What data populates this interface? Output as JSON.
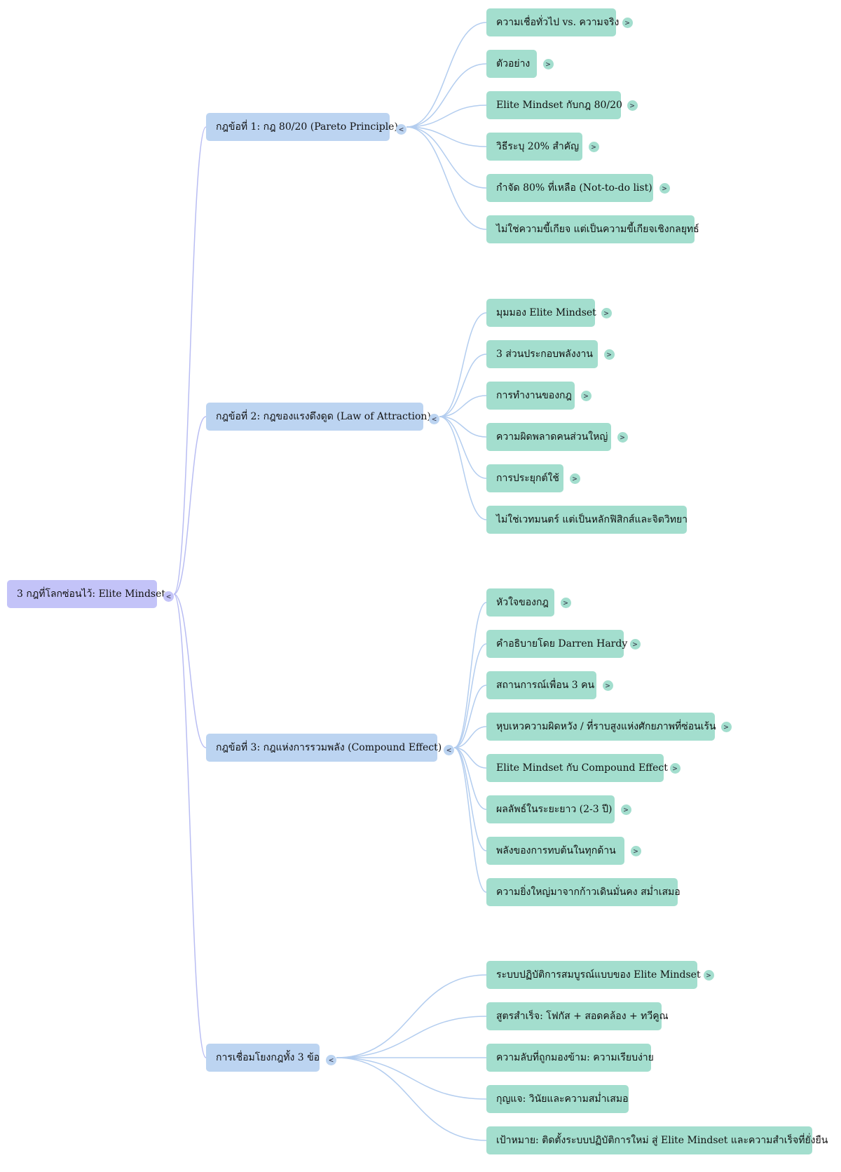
{
  "colors": {
    "root": "#c3c3f8",
    "branch": "#bcd4f1",
    "leaf": "#a3dece",
    "root_link": "#b9bdf3",
    "branch_link": "#b3cdef"
  },
  "icons": {
    "collapse": "<",
    "expand": ">"
  },
  "root": {
    "label": "3 กฎที่โลกซ่อนไว้: Elite Mindset",
    "branches": [
      {
        "label": "กฎข้อที่ 1: กฎ 80/20 (Pareto Principle)",
        "children": [
          {
            "label": "ความเชื่อทั่วไป vs. ความจริง",
            "has_more": true
          },
          {
            "label": "ตัวอย่าง",
            "has_more": true
          },
          {
            "label": "Elite Mindset กับกฎ 80/20",
            "has_more": true
          },
          {
            "label": "วิธีระบุ 20% สำคัญ",
            "has_more": true
          },
          {
            "label": "กำจัด 80% ที่เหลือ (Not-to-do list)",
            "has_more": true
          },
          {
            "label": "ไม่ใช่ความขี้เกียจ แต่เป็นความขี้เกียจเชิงกลยุทธ์",
            "has_more": false
          }
        ]
      },
      {
        "label": "กฎข้อที่ 2: กฎของแรงดึงดูด (Law of Attraction)",
        "children": [
          {
            "label": "มุมมอง Elite Mindset",
            "has_more": true
          },
          {
            "label": "3 ส่วนประกอบพลังงาน",
            "has_more": true
          },
          {
            "label": "การทำงานของกฎ",
            "has_more": true
          },
          {
            "label": "ความผิดพลาดคนส่วนใหญ่",
            "has_more": true
          },
          {
            "label": "การประยุกต์ใช้",
            "has_more": true
          },
          {
            "label": "ไม่ใช่เวทมนตร์ แต่เป็นหลักฟิสิกส์และจิตวิทยา",
            "has_more": false
          }
        ]
      },
      {
        "label": "กฎข้อที่ 3: กฎแห่งการรวมพลัง (Compound Effect)",
        "children": [
          {
            "label": "หัวใจของกฎ",
            "has_more": true
          },
          {
            "label": "คำอธิบายโดย Darren Hardy",
            "has_more": true
          },
          {
            "label": "สถานการณ์เพื่อน 3 คน",
            "has_more": true
          },
          {
            "label": "หุบเหวความผิดหวัง / ที่ราบสูงแห่งศักยภาพที่ซ่อนเร้น",
            "has_more": true
          },
          {
            "label": "Elite Mindset กับ Compound Effect",
            "has_more": true
          },
          {
            "label": "ผลลัพธ์ในระยะยาว (2-3 ปี)",
            "has_more": true
          },
          {
            "label": "พลังของการทบต้นในทุกด้าน",
            "has_more": true
          },
          {
            "label": "ความยิ่งใหญ่มาจากก้าวเดินมั่นคง สม่ำเสมอ",
            "has_more": false
          }
        ]
      },
      {
        "label": "การเชื่อมโยงกฎทั้ง 3 ข้อ",
        "children": [
          {
            "label": "ระบบปฏิบัติการสมบูรณ์แบบของ Elite Mindset",
            "has_more": true
          },
          {
            "label": "สูตรสำเร็จ: โฟกัส + สอดคล้อง + ทวีคูณ",
            "has_more": false
          },
          {
            "label": "ความลับที่ถูกมองข้าม: ความเรียบง่าย",
            "has_more": false
          },
          {
            "label": "กุญแจ: วินัยและความสม่ำเสมอ",
            "has_more": false
          },
          {
            "label": "เป้าหมาย: ติดตั้งระบบปฏิบัติการใหม่ สู่ Elite Mindset และความสำเร็จที่ยั่งยืน",
            "has_more": false
          }
        ]
      }
    ]
  }
}
